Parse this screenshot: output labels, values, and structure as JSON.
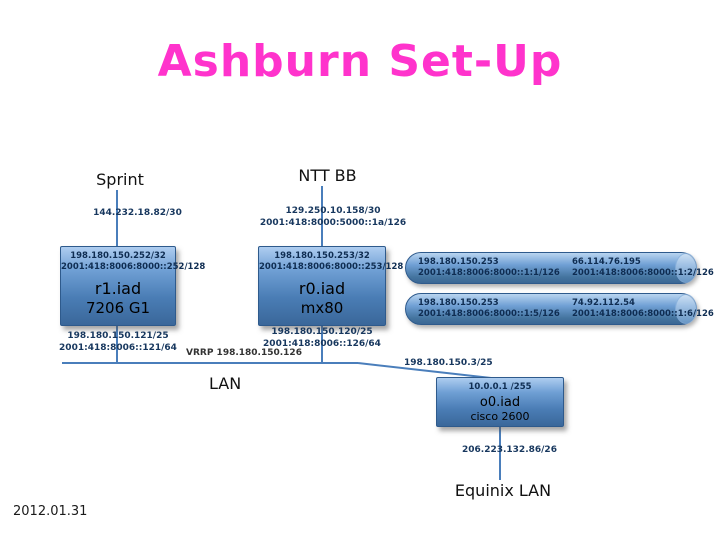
{
  "slide": {
    "title": "Ashburn Set-Up",
    "date": "2012.01.31"
  },
  "uplinks": {
    "sprint": {
      "name": "Sprint",
      "ip": "144.232.18.82/30"
    },
    "ntt": {
      "name": "NTT BB",
      "ipv4": "129.250.10.158/30",
      "ipv6": "2001:418:8000:5000::1a/126"
    }
  },
  "router_r1": {
    "ipv4": "198.180.150.252/32",
    "ipv6": "2001:418:8006:8000::252/128",
    "hostname": "r1.iad",
    "model": "7206 G1",
    "lan_ipv4": "198.180.150.121/25",
    "lan_ipv6": "2001:418:8006::121/64"
  },
  "router_r0": {
    "ipv4": "198.180.150.253/32",
    "ipv6": "2001:418:8006:8000::253/128",
    "hostname": "r0.iad",
    "model": "mx80",
    "lan_ipv4": "198.180.150.120/25",
    "lan_ipv6": "2001:418:8006::126/64"
  },
  "pipes": {
    "top": {
      "local_ipv4": "198.180.150.253",
      "local_ipv6": "2001:418:8006:8000::1:1/126",
      "remote_ipv4": "66.114.76.195",
      "remote_ipv6": "2001:418:8006:8000::1:2/126"
    },
    "bottom": {
      "local_ipv4": "198.180.150.253",
      "local_ipv6": "2001:418:8006:8000::1:5/126",
      "remote_ipv4": "74.92.112.54",
      "remote_ipv6": "2001:418:8006:8000::1:6/126"
    }
  },
  "lan": {
    "label": "LAN",
    "vrrp": "VRRP 198.180.150.126"
  },
  "router_o0": {
    "uplink_ip": "198.180.150.3/25",
    "ip": "10.0.0.1 /255",
    "hostname": "o0.iad",
    "model": "cisco 2600",
    "downlink_ip": "206.223.132.86/26"
  },
  "equinix": {
    "label": "Equinix LAN"
  }
}
